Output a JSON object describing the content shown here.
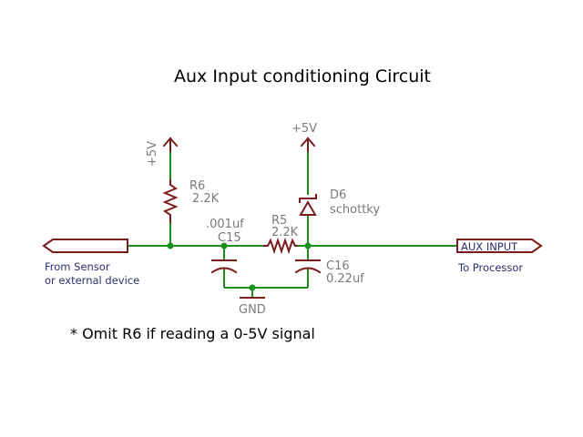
{
  "title": "Aux Input conditioning Circuit",
  "note": "* Omit R6 if reading a 0-5V signal",
  "supply_label_left": "+5V",
  "supply_label_right": "+5V",
  "r6": {
    "name": "R6",
    "value": "2.2K"
  },
  "r5": {
    "name": "R5",
    "value": "2.2K"
  },
  "c15": {
    "name": "C15",
    "value": ".001uf"
  },
  "c16": {
    "name": "C16",
    "value": "0.22uf"
  },
  "d6": {
    "name": "D6",
    "value": "schottky"
  },
  "gnd_label": "GND",
  "input_port": {
    "line1": "From Sensor",
    "line2": "or external device"
  },
  "output_port": {
    "name": "AUX INPUT",
    "desc": "To Processor"
  },
  "colors": {
    "wire": "#1d8f1d",
    "part": "#7b1c1c",
    "label": "#7a7a7a",
    "port_text": "#2c2c6c"
  }
}
